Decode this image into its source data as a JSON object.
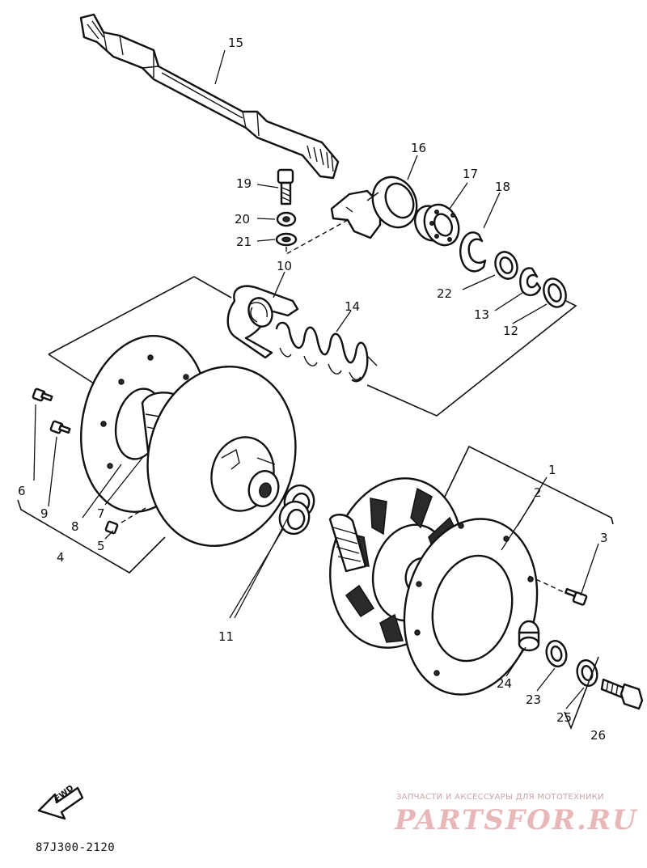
{
  "callouts": [
    {
      "id": "1",
      "label": "1"
    },
    {
      "id": "2",
      "label": "2"
    },
    {
      "id": "3",
      "label": "3"
    },
    {
      "id": "4",
      "label": "4"
    },
    {
      "id": "5",
      "label": "5"
    },
    {
      "id": "6",
      "label": "6"
    },
    {
      "id": "7",
      "label": "7"
    },
    {
      "id": "8",
      "label": "8"
    },
    {
      "id": "9",
      "label": "9"
    },
    {
      "id": "10",
      "label": "10"
    },
    {
      "id": "11",
      "label": "11"
    },
    {
      "id": "12",
      "label": "12"
    },
    {
      "id": "13",
      "label": "13"
    },
    {
      "id": "14",
      "label": "14"
    },
    {
      "id": "15",
      "label": "15"
    },
    {
      "id": "16",
      "label": "16"
    },
    {
      "id": "17",
      "label": "17"
    },
    {
      "id": "18",
      "label": "18"
    },
    {
      "id": "19",
      "label": "19"
    },
    {
      "id": "20",
      "label": "20"
    },
    {
      "id": "21",
      "label": "21"
    },
    {
      "id": "22",
      "label": "22"
    },
    {
      "id": "23",
      "label": "23"
    },
    {
      "id": "24",
      "label": "24"
    },
    {
      "id": "25",
      "label": "25"
    },
    {
      "id": "26",
      "label": "26"
    }
  ],
  "fwd_arrow": {
    "label": "FWD"
  },
  "diagram_code": "87J300-2120",
  "watermark": {
    "tagline": "ЗАПЧАСТИ И АКСЕССУАРЫ ДЛЯ МОТОТЕХНИКИ",
    "brand": "PARTSFOR.RU",
    "color": "#e8b8b8"
  }
}
